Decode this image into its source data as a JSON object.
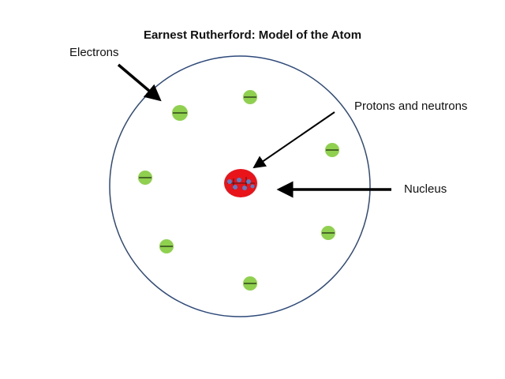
{
  "title": "Earnest Rutherford: Model of the Atom",
  "labels": {
    "electrons": "Electrons",
    "protons_neutrons": "Protons and neutrons",
    "nucleus": "Nucleus"
  },
  "colors": {
    "atom_outline": "#2e4a7a",
    "electron_fill": "#8fd14f",
    "nucleus_fill": "#e8141a",
    "nucleon_fill": "#5b7ec9",
    "arrow": "#000000"
  }
}
